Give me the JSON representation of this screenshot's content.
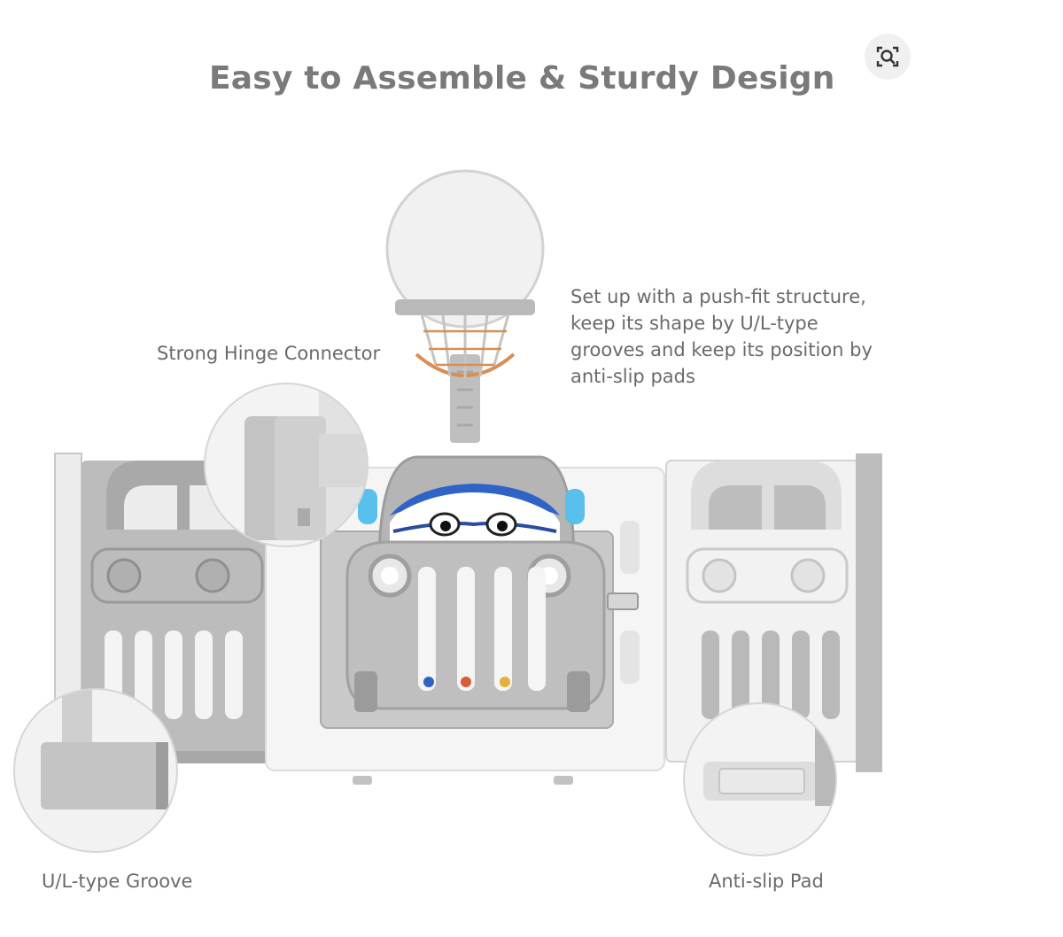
{
  "title": "Easy to Assemble & Sturdy Design",
  "lens_button": {
    "icon": "visual-search-icon"
  },
  "labels": {
    "hinge": "Strong Hinge Connector",
    "groove": "U/L-type Groove",
    "pad": "Anti-slip Pad"
  },
  "description_lines": [
    "Set up with a push-fit structure,",
    "keep its shape by U/L-type",
    "grooves and keep its position by",
    "anti-slip pads"
  ],
  "colors": {
    "panel_gray": "#b9b9b9",
    "panel_white": "#f4f4f4",
    "accent_blue": "#2f63c8",
    "light_blue": "#58c0ea",
    "hoop_orange": "#d88f55"
  }
}
